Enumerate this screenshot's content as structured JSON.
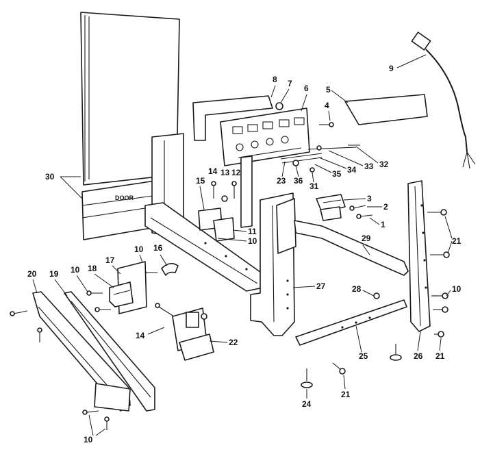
{
  "labels": {
    "l1": "1",
    "l2": "2",
    "l3": "3",
    "l4": "4",
    "l5": "5",
    "l6": "6",
    "l7": "7",
    "l8": "8",
    "l9": "9",
    "l10a": "10",
    "l10b": "10",
    "l10c": "10",
    "l10d": "10",
    "l10e": "10",
    "l11": "11",
    "l12": "12",
    "l13": "13",
    "l14a": "14",
    "l14b": "14",
    "l15": "15",
    "l16": "16",
    "l17": "17",
    "l18": "18",
    "l19": "19",
    "l20": "20",
    "l21a": "21",
    "l21b": "21",
    "l21c": "21",
    "l22": "22",
    "l23": "23",
    "l24": "24",
    "l25": "25",
    "l26": "26",
    "l27": "27",
    "l28": "28",
    "l29": "29",
    "l30": "30",
    "l31": "31",
    "l32": "32",
    "l33": "33",
    "l34": "34",
    "l35": "35",
    "l36": "36"
  },
  "panel_text": "DOOR"
}
